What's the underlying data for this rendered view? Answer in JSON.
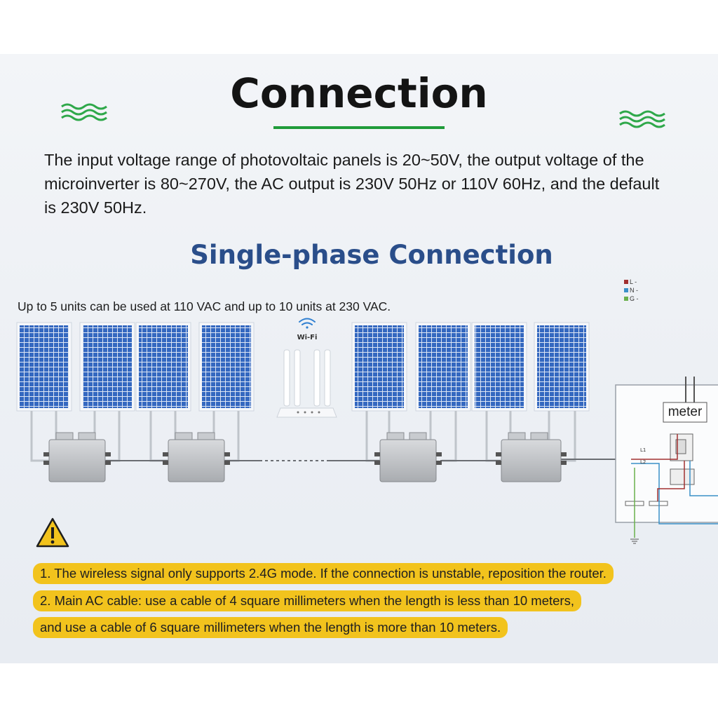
{
  "title": "Connection",
  "intro": "The input voltage range of photovoltaic panels is 20~50V, the output voltage of the microinverter is 80~270V, the AC output is 230V 50Hz or 110V 60Hz, and the default is 230V 50Hz.",
  "subtitle": "Single-phase Connection",
  "units_note": "Up to 5 units can be used at 110 VAC and up to 10 units at 230 VAC.",
  "wifi_label": "Wi-Fi",
  "meter_label": "meter",
  "legend": [
    {
      "label": "L -",
      "color": "#a13030"
    },
    {
      "label": "N -",
      "color": "#3a90c8"
    },
    {
      "label": "G -",
      "color": "#6ab04c"
    }
  ],
  "wire_labels": {
    "l1": "L1",
    "l2": "L2",
    "ground": "G"
  },
  "notes": [
    "1. The wireless signal only supports 2.4G mode. If the connection is unstable, reposition the router.",
    "2. Main AC cable: use a cable of 4 square millimeters when the length is less than 10 meters,",
    "and use a cable of 6 square millimeters when the length is more than 10 meters."
  ],
  "colors": {
    "accent_green": "#1f9b3a",
    "subtitle_blue": "#2a4e8a",
    "panel_blue": "#2c5bb0",
    "note_yellow": "#f2c31d"
  }
}
